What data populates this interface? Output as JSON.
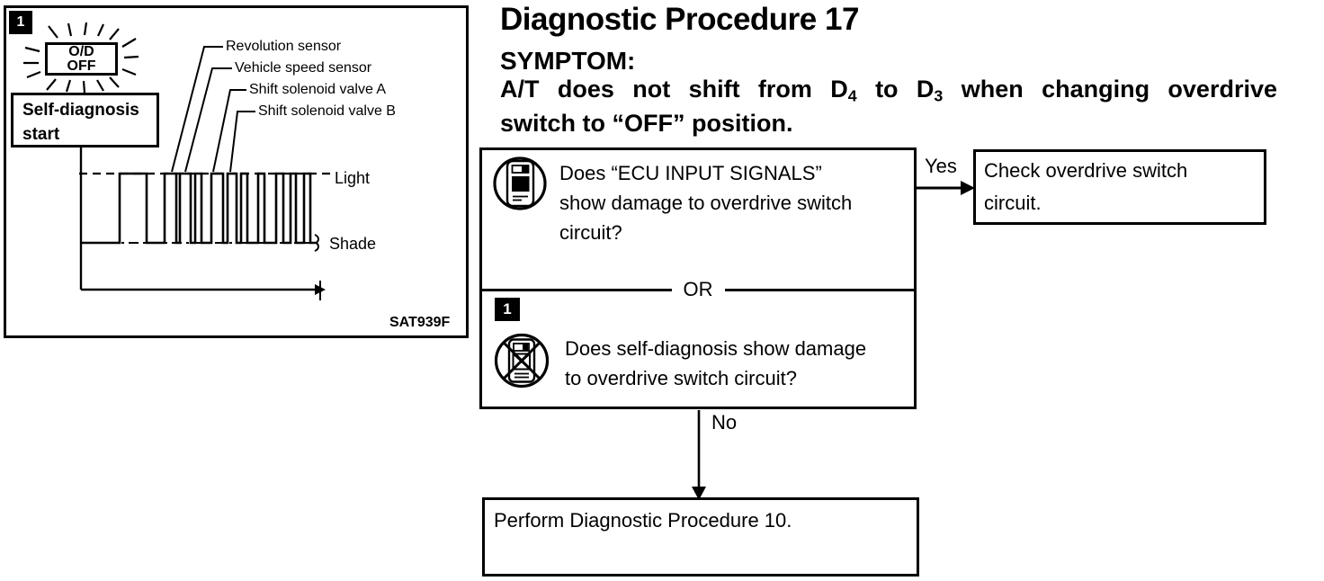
{
  "figure": {
    "badge": "1",
    "od_indicator": {
      "line1": "O/D",
      "line2": "OFF"
    },
    "self_diagnosis_box": {
      "line1": "Self-diagnosis",
      "line2": "start"
    },
    "callouts": {
      "revolution": "Revolution sensor",
      "vehicle": "Vehicle speed sensor",
      "solenoid_a": "Shift solenoid valve A",
      "solenoid_b": "Shift solenoid valve B"
    },
    "levels": {
      "light": "Light",
      "shade": "Shade"
    },
    "code": "SAT939F"
  },
  "header": {
    "title": "Diagnostic Procedure 17",
    "symptom_label": "SYMPTOM:",
    "symptom_line1": {
      "pre": "A/T does not shift from D",
      "sub1": "4",
      "mid": " to D",
      "sub2": "3",
      "post": " when changing overdrive"
    },
    "symptom_line2": "switch to “OFF” position."
  },
  "flowchart": {
    "badge": "1",
    "question1_lines": [
      "Does “ECU INPUT SIGNALS”",
      "show damage to overdrive switch",
      "circuit?"
    ],
    "or_label": "OR",
    "question2_lines": [
      "Does self-diagnosis show damage",
      "to overdrive switch circuit?"
    ],
    "yes_label": "Yes",
    "no_label": "No",
    "result_yes_lines": [
      "Check overdrive switch",
      "circuit."
    ],
    "result_no": "Perform Diagnostic Procedure 10.",
    "icons": {
      "consult": "consult-device-icon",
      "without_consult": "consult-device-crossed-icon"
    }
  }
}
